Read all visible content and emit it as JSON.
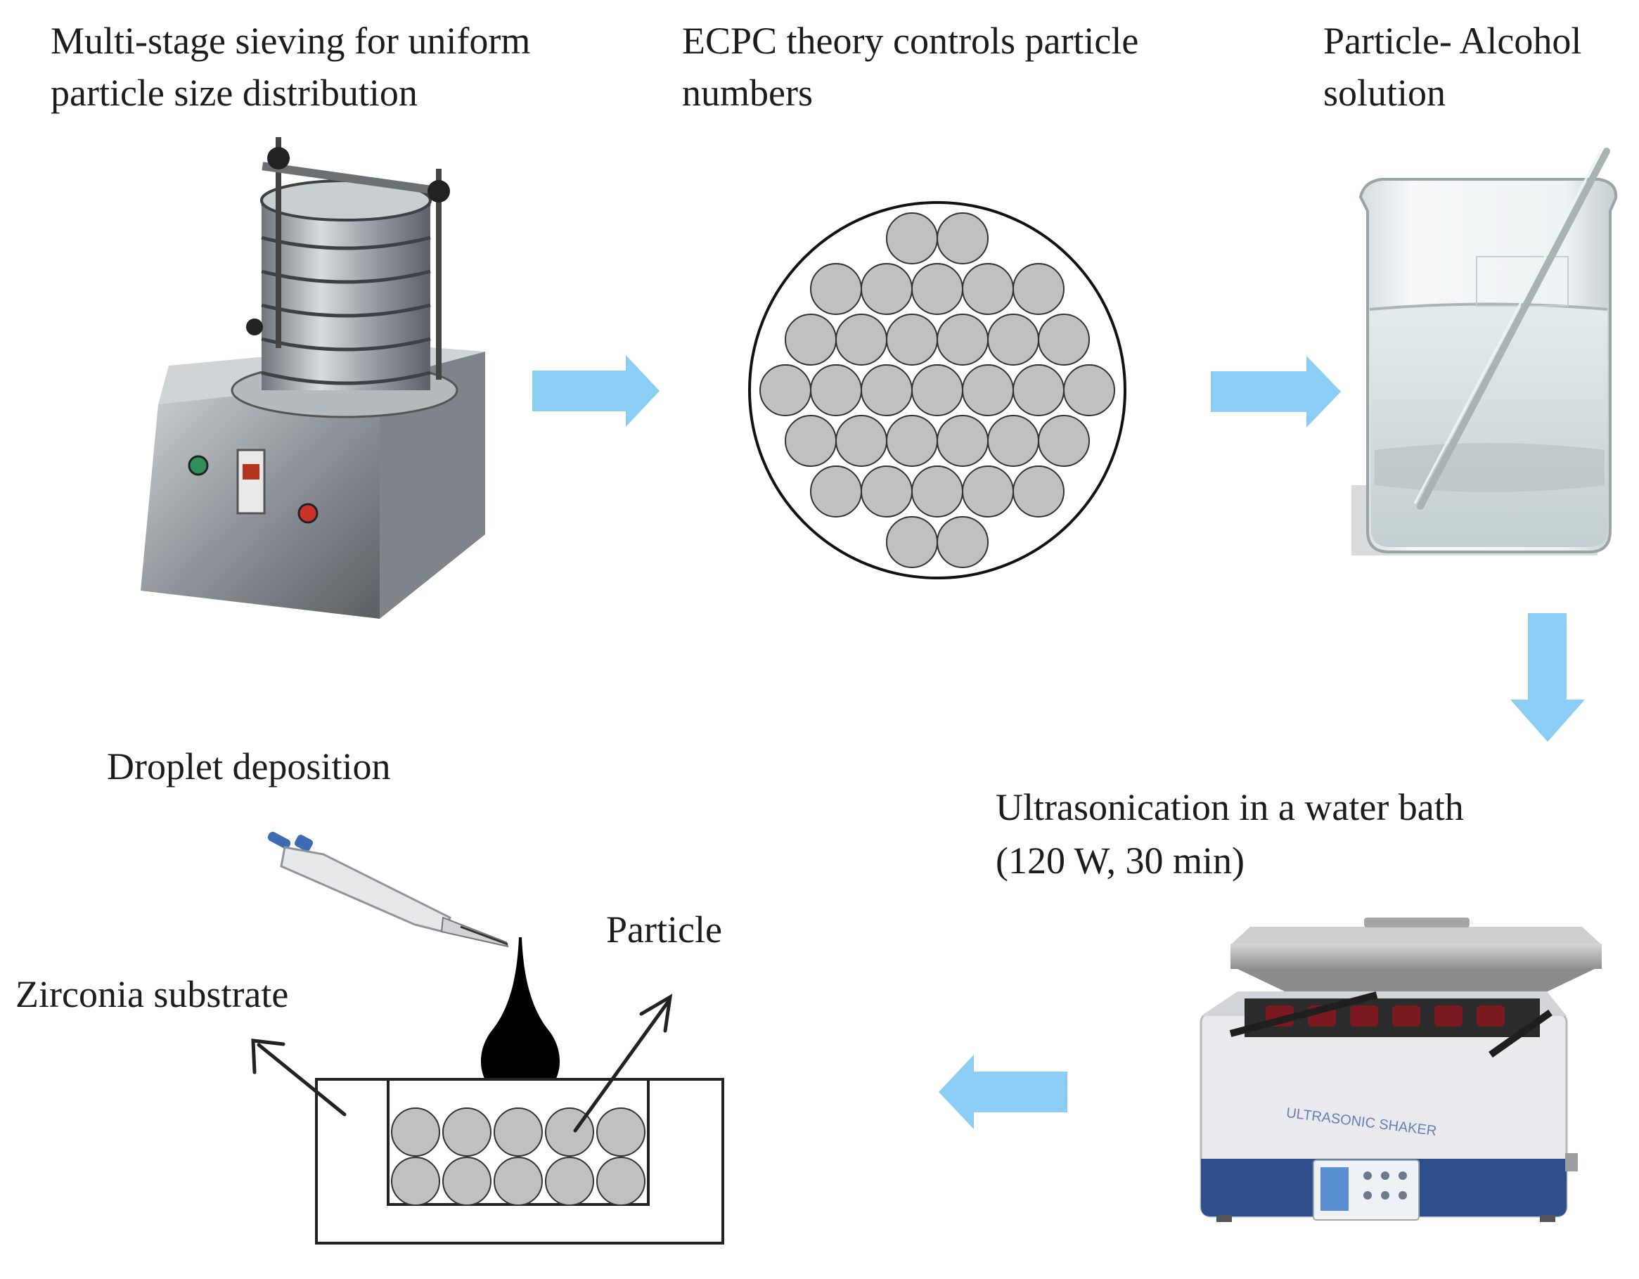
{
  "steps": {
    "sieving": {
      "line1": "Multi-stage sieving for uniform",
      "line2": "particle size distribution"
    },
    "ecpc": {
      "line1": "ECPC theory controls particle",
      "line2": "numbers"
    },
    "solution": {
      "line1": "Particle- Alcohol",
      "line2": "solution"
    },
    "ultrasonication": {
      "line1": "Ultrasonication in a water bath",
      "line2": "(120 W, 30 min)"
    },
    "deposition": {
      "title": "Droplet deposition"
    }
  },
  "labels": {
    "zirconia_substrate": "Zirconia substrate",
    "particle": "Particle"
  },
  "devices": {
    "shaker_brand": "ULTRASONIC SHAKER"
  },
  "colors": {
    "arrow": "#8ccdf5",
    "particle_fill": "#c0c0c0",
    "steel": "#9ea4aa",
    "shaker_blue": "#2e4e8c"
  }
}
